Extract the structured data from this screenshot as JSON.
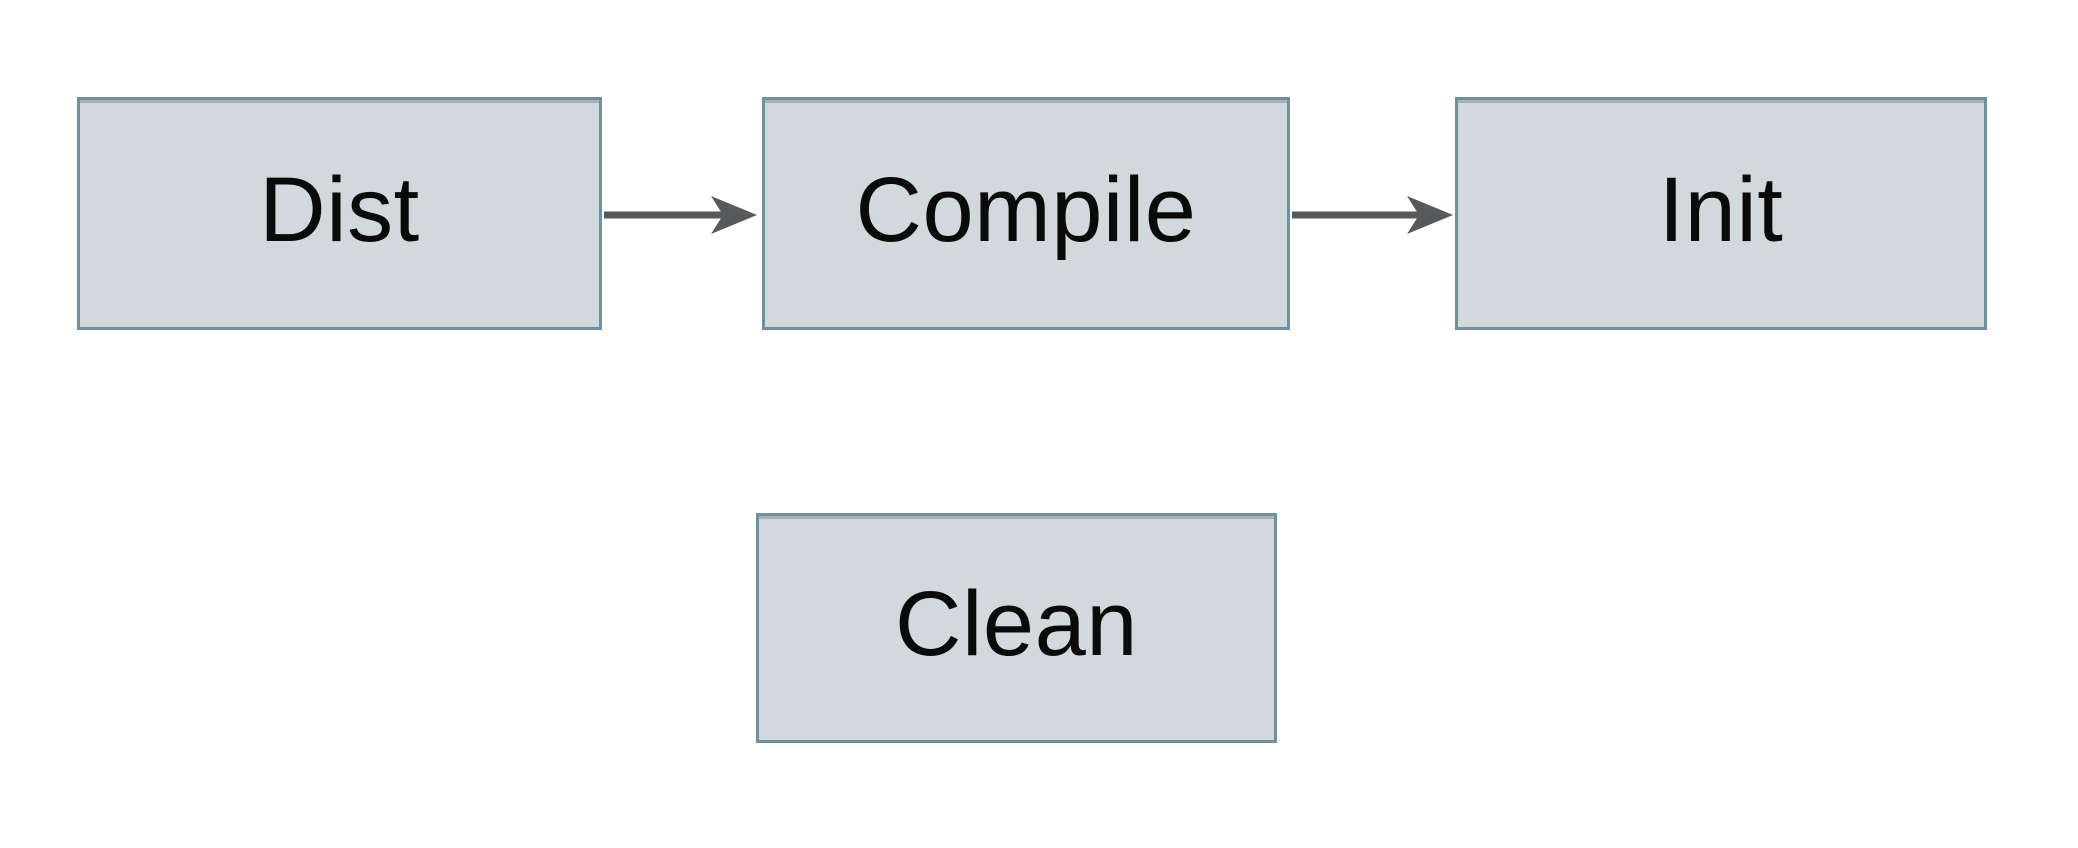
{
  "app": {
    "type": "flowchart-diagram",
    "background": "#ffffff"
  },
  "diagram": {
    "nodes": [
      {
        "id": "dist",
        "label": "Dist"
      },
      {
        "id": "compile",
        "label": "Compile"
      },
      {
        "id": "init",
        "label": "Init"
      },
      {
        "id": "clean",
        "label": "Clean"
      }
    ],
    "edges": [
      {
        "from": "dist",
        "to": "compile",
        "style": "solid-arrow-right"
      },
      {
        "from": "compile",
        "to": "init",
        "style": "solid-arrow-right"
      }
    ],
    "colors": {
      "node_fill": "#d1d9dc",
      "node_border": "#70909c",
      "arrow": "#58595b",
      "label_text": "#0a0a0a",
      "background": "#ffffff"
    }
  }
}
